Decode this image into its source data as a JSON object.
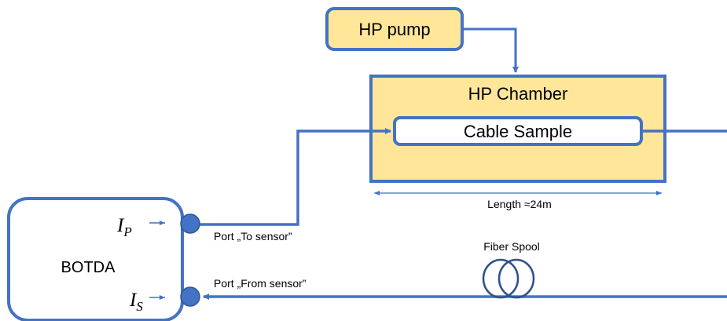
{
  "colors": {
    "line": "#4472C4",
    "box_fill_yellow": "#FFE699",
    "port_fill": "#4472C4",
    "coil_stroke": "#2F4F8F",
    "text": "#000000"
  },
  "pump": {
    "label": "HP pump"
  },
  "chamber": {
    "label": "HP Chamber"
  },
  "sample": {
    "label": "Cable Sample"
  },
  "dimension": {
    "label": "Length ≈24m"
  },
  "botda": {
    "label": "BOTDA",
    "ip_symbol": "I",
    "ip_subscript": "P",
    "is_symbol": "I",
    "is_subscript": "S"
  },
  "ports": {
    "to_sensor": "Port „To sensor”",
    "from_sensor": "Port „From sensor”"
  },
  "spool": {
    "label": "Fiber Spool",
    "icon": "coil-icon"
  }
}
